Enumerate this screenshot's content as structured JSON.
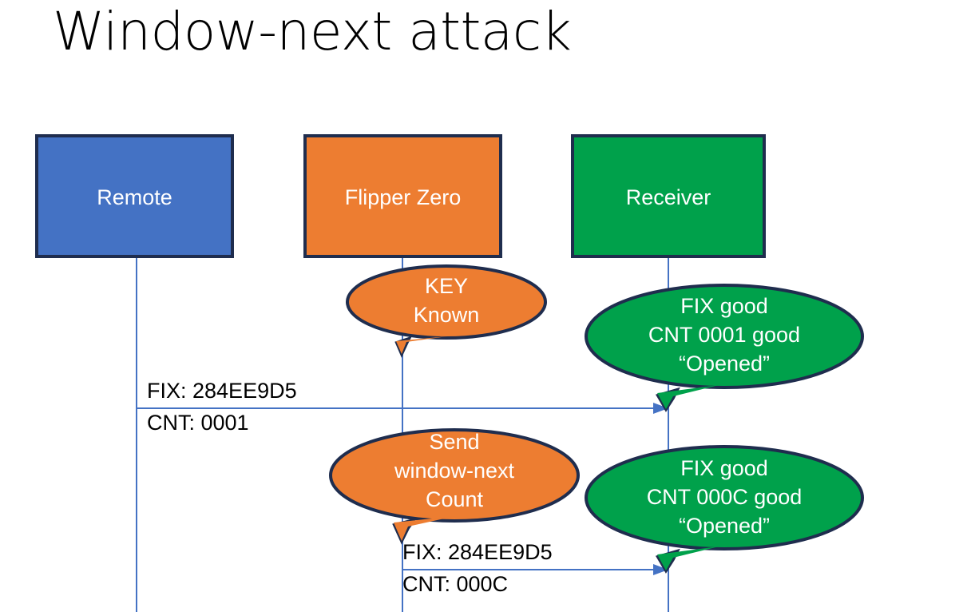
{
  "slide": {
    "title": "Window-next attack",
    "background": "#ffffff"
  },
  "colors": {
    "remote_fill": "#4472C4",
    "flipper_fill": "#ED7D31",
    "receiver_fill": "#00A14B",
    "shape_outline": "#1F2D4E",
    "lifeline": "#4472C4",
    "arrow": "#4472C4",
    "node_text": "#ffffff",
    "edge_text": "#000000"
  },
  "nodes": [
    {
      "id": "remote",
      "label": "Remote",
      "fill_ref": "remote_fill"
    },
    {
      "id": "flipper",
      "label": "Flipper Zero",
      "fill_ref": "flipper_fill"
    },
    {
      "id": "receiver",
      "label": "Receiver",
      "fill_ref": "receiver_fill"
    }
  ],
  "callouts": [
    {
      "id": "key-known",
      "owner": "flipper",
      "fill_ref": "flipper_fill",
      "lines": [
        "KEY",
        "Known"
      ],
      "line1": "KEY",
      "line2": "Known",
      "line3": ""
    },
    {
      "id": "receiver-cnt-0001",
      "owner": "receiver",
      "fill_ref": "receiver_fill",
      "lines": [
        "FIX good",
        "CNT 0001 good",
        "“Opened”"
      ],
      "line1": "FIX good",
      "line2": "CNT 0001 good",
      "line3": "“Opened”"
    },
    {
      "id": "send-window-next",
      "owner": "flipper",
      "fill_ref": "flipper_fill",
      "lines": [
        "Send",
        "window-next",
        "Count"
      ],
      "line1": "Send",
      "line2": "window-next",
      "line3": "Count"
    },
    {
      "id": "receiver-cnt-000c",
      "owner": "receiver",
      "fill_ref": "receiver_fill",
      "lines": [
        "FIX good",
        "CNT 000C good",
        "“Opened”"
      ],
      "line1": "FIX good",
      "line2": "CNT 000C good",
      "line3": "“Opened”"
    }
  ],
  "messages": [
    {
      "id": "remote-to-receiver",
      "from": "remote",
      "to": "receiver",
      "label_above": "FIX: 284EE9D5",
      "label_below": "CNT: 0001"
    },
    {
      "id": "flipper-to-receiver",
      "from": "flipper",
      "to": "receiver",
      "label_above": "FIX: 284EE9D5",
      "label_below": "CNT: 000C"
    }
  ]
}
